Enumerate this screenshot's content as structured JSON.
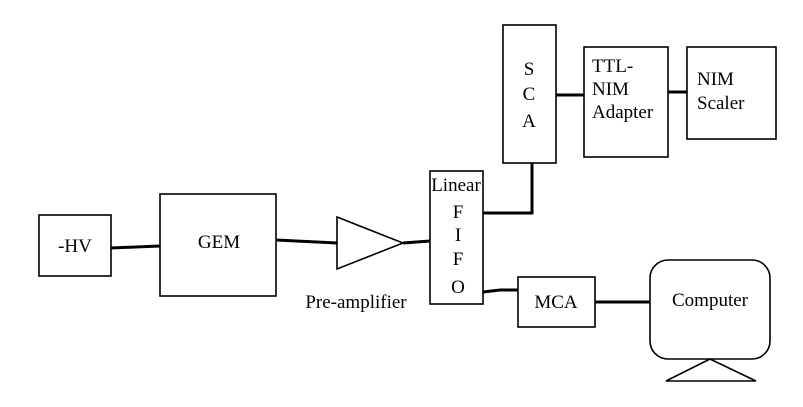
{
  "colors": {
    "stroke": "#000000",
    "background": "#ffffff"
  },
  "blocks": {
    "hv": {
      "label": "-HV"
    },
    "gem": {
      "label": "GEM"
    },
    "preamp": {
      "label": "Pre-amplifier"
    },
    "linear_fifo": {
      "lines": [
        "Linear",
        "F",
        "I",
        "F",
        "O"
      ]
    },
    "sca": {
      "lines": [
        "S",
        "C",
        "A"
      ]
    },
    "ttl_nim": {
      "lines": [
        "TTL-",
        "NIM",
        "Adapter"
      ]
    },
    "nim_scaler": {
      "lines": [
        "NIM",
        "Scaler"
      ]
    },
    "mca": {
      "label": "MCA"
    },
    "computer": {
      "label": "Computer"
    }
  }
}
